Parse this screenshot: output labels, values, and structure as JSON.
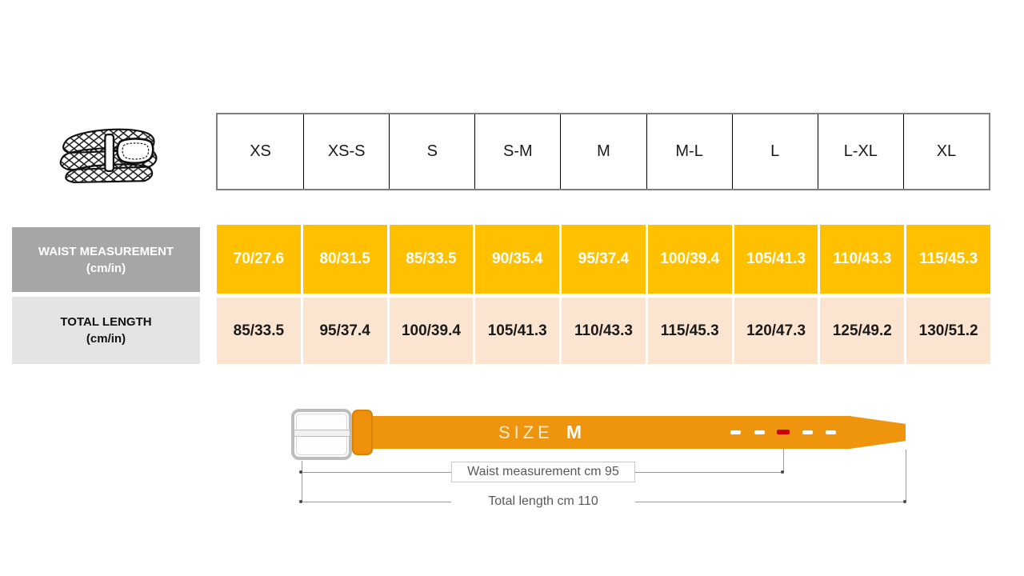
{
  "colors": {
    "table_accent_orange": "#FFC000",
    "table_peach": "#FBE5D0",
    "row_header_gray": "#A6A6A6",
    "row_header_light_gray": "#E4E4E4",
    "belt_orange": "#EF940D",
    "hole_red": "#CC0000",
    "measure_line_gray": "#9A9A9A",
    "caption_text_gray": "#595959"
  },
  "size_table": {
    "sizes": [
      "XS",
      "XS-S",
      "S",
      "S-M",
      "M",
      "M-L",
      "L",
      "L-XL",
      "XL"
    ],
    "waist_row": {
      "label": "WAIST MEASUREMENT",
      "unit": "(cm/in)",
      "values": [
        "70/27.6",
        "80/31.5",
        "85/33.5",
        "90/35.4",
        "95/37.4",
        "100/39.4",
        "105/41.3",
        "110/43.3",
        "115/45.3"
      ]
    },
    "length_row": {
      "label": "TOTAL LENGTH",
      "unit": "(cm/in)",
      "values": [
        "85/33.5",
        "95/37.4",
        "100/39.4",
        "105/41.3",
        "110/43.3",
        "115/45.3",
        "120/47.3",
        "125/49.2",
        "130/51.2"
      ]
    }
  },
  "belt_diagram": {
    "size_word": "SIZE",
    "size_value": "M",
    "waist_caption": "Waist measurement cm 95",
    "length_caption": "Total length cm 110"
  },
  "chart_data": {
    "type": "table",
    "columns": [
      "XS",
      "XS-S",
      "S",
      "S-M",
      "M",
      "M-L",
      "L",
      "L-XL",
      "XL"
    ],
    "rows": [
      {
        "name": "WAIST MEASUREMENT (cm/in)",
        "values": [
          "70/27.6",
          "80/31.5",
          "85/33.5",
          "90/35.4",
          "95/37.4",
          "100/39.4",
          "105/41.3",
          "110/43.3",
          "115/45.3"
        ]
      },
      {
        "name": "TOTAL LENGTH (cm/in)",
        "values": [
          "85/33.5",
          "95/37.4",
          "100/39.4",
          "105/41.3",
          "110/43.3",
          "115/45.3",
          "120/47.3",
          "125/49.2",
          "130/51.2"
        ]
      }
    ]
  }
}
